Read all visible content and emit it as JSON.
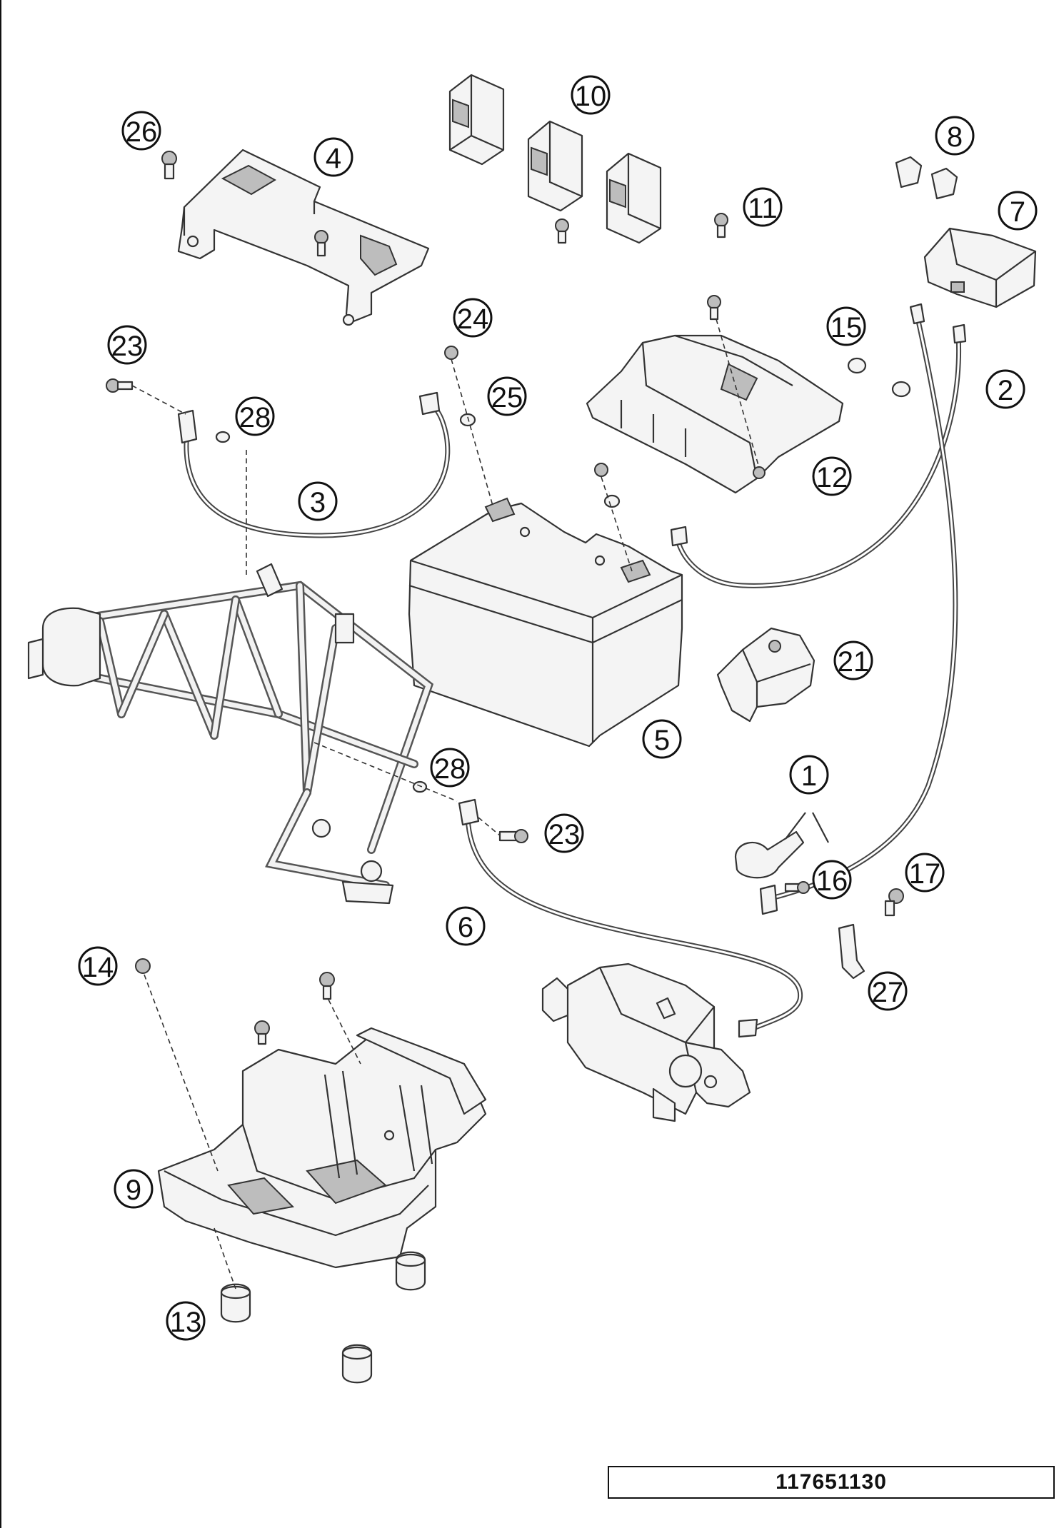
{
  "labels": {
    "l1": "1",
    "l2": "2",
    "l3": "3",
    "l4": "4",
    "l5": "5",
    "l6": "6",
    "l7": "7",
    "l8": "8",
    "l9": "9",
    "l10": "10",
    "l11": "11",
    "l12": "12",
    "l13": "13",
    "l14": "14",
    "l15": "15",
    "l16": "16",
    "l17": "17",
    "l21": "21",
    "l23a": "23",
    "l23b": "23",
    "l24": "24",
    "l25": "25",
    "l26": "26",
    "l27": "27",
    "l28a": "28",
    "l28b": "28"
  },
  "footer": {
    "part_number": "117651130"
  },
  "colors": {
    "ink": "#111111",
    "part_fill": "#f4f4f4",
    "background": "#ffffff"
  }
}
